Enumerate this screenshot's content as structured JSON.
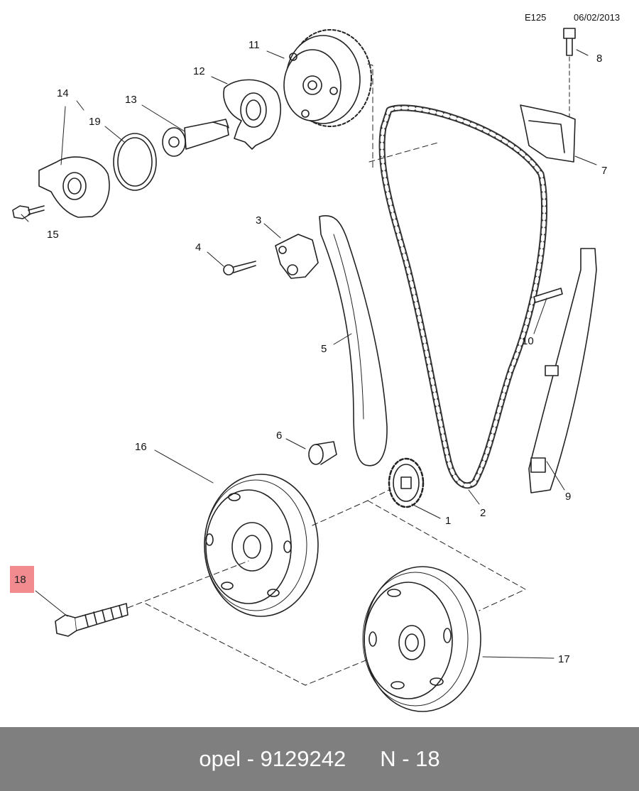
{
  "header": {
    "code": "E125",
    "date": "06/02/2013"
  },
  "callouts": [
    "1",
    "2",
    "3",
    "4",
    "5",
    "6",
    "7",
    "8",
    "9",
    "10",
    "11",
    "12",
    "13",
    "14",
    "15",
    "16",
    "17",
    "19"
  ],
  "highlight": {
    "label": "18",
    "color": "#f28b8f"
  },
  "footer": {
    "part_ref": "opel - 9129242",
    "position_ref": "N - 18",
    "background": "#7f7f7f"
  }
}
